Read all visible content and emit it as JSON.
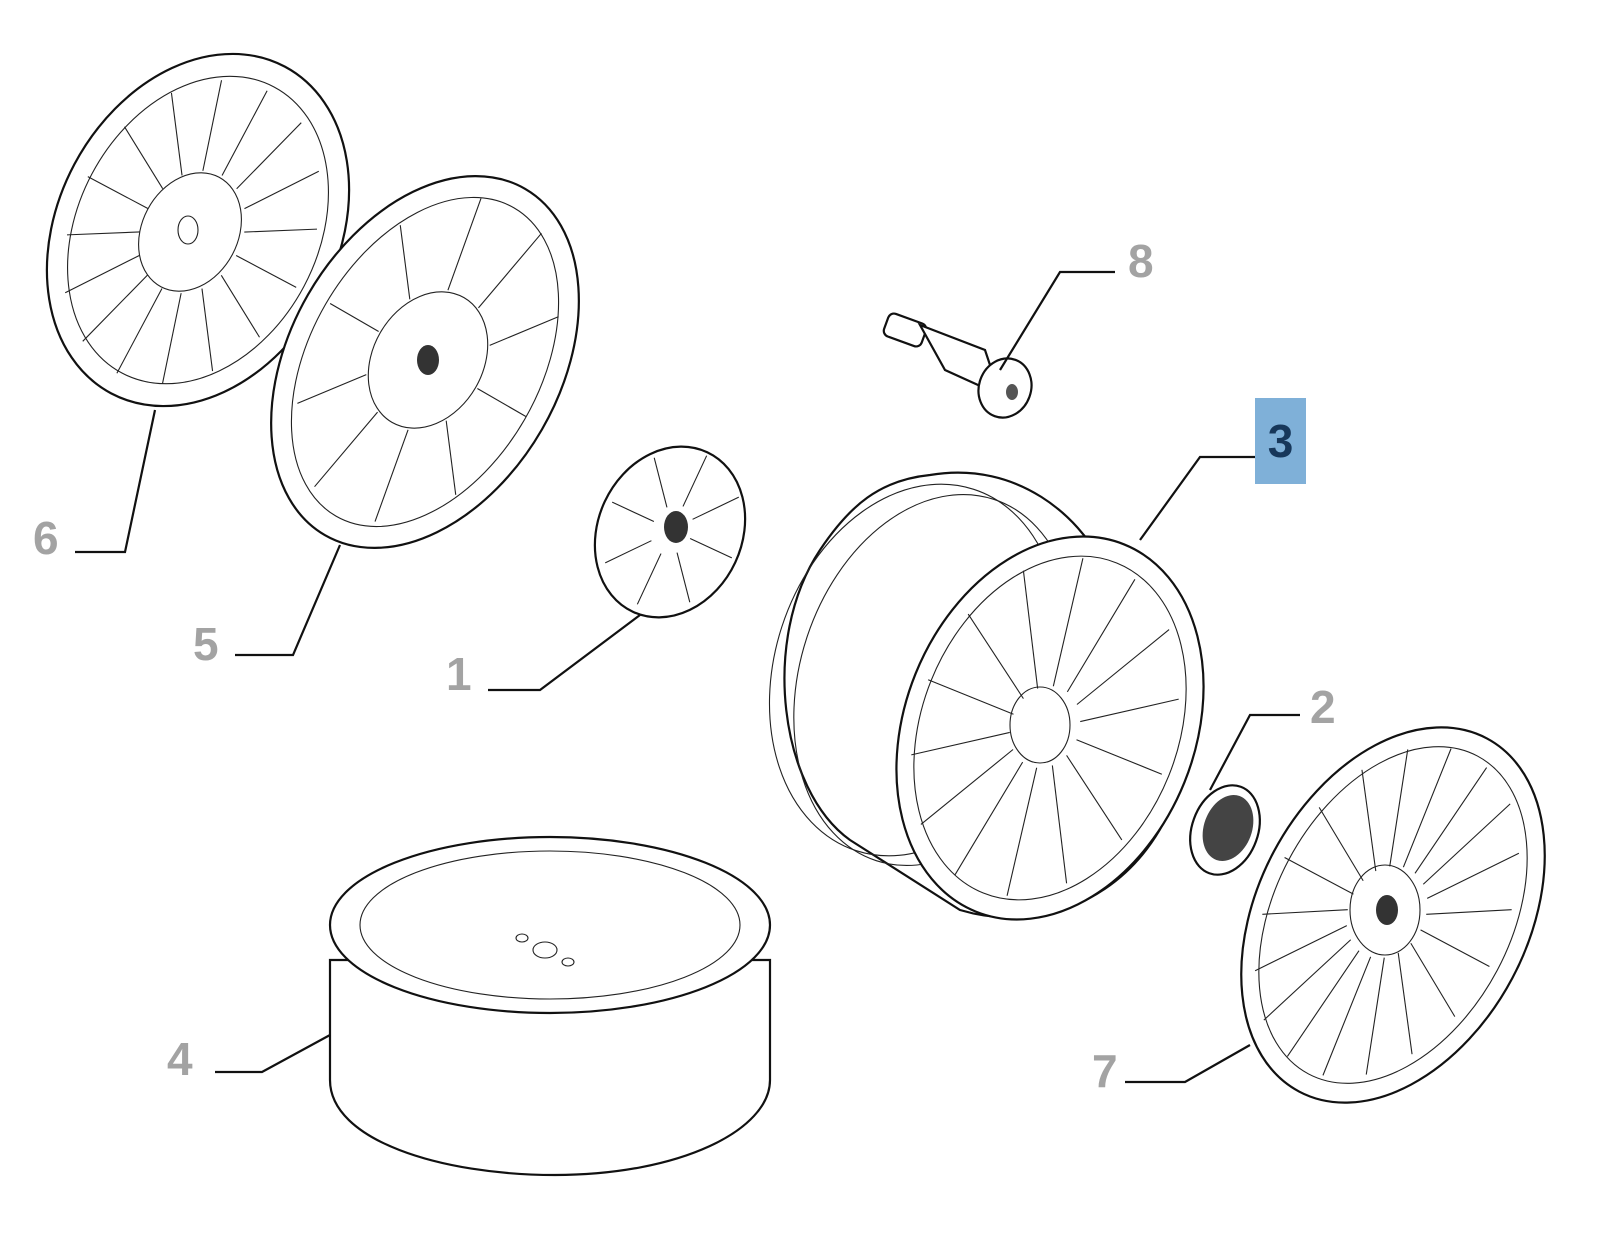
{
  "diagram": {
    "callouts": [
      {
        "id": "6",
        "label": "6"
      },
      {
        "id": "5",
        "label": "5"
      },
      {
        "id": "1",
        "label": "1"
      },
      {
        "id": "4",
        "label": "4"
      },
      {
        "id": "8",
        "label": "8"
      },
      {
        "id": "3",
        "label": "3",
        "selected": true
      },
      {
        "id": "2",
        "label": "2"
      },
      {
        "id": "7",
        "label": "7"
      }
    ],
    "colors": {
      "selected_bg": "#7fb0d8",
      "selected_text": "#17375a",
      "label": "#a3a3a3"
    }
  }
}
